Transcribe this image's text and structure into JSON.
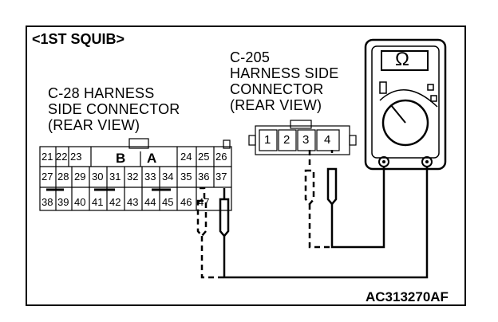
{
  "diagram": {
    "title": "<1ST SQUIB>",
    "c28": {
      "lines": [
        "C-28 HARNESS",
        "SIDE CONNECTOR",
        "(REAR VIEW)"
      ],
      "row1": [
        "21",
        "22",
        "23",
        "B",
        "A",
        "24",
        "25",
        "26"
      ],
      "row2": [
        "27",
        "28",
        "29",
        "30",
        "31",
        "32",
        "33",
        "34",
        "35",
        "36",
        "37"
      ],
      "row3": [
        "38",
        "39",
        "40",
        "41",
        "42",
        "43",
        "44",
        "45",
        "46",
        "47"
      ]
    },
    "c205": {
      "lines": [
        "C-205",
        "HARNESS SIDE",
        "CONNECTOR",
        "(REAR VIEW)"
      ],
      "pins": [
        "1",
        "2",
        "3",
        "4"
      ]
    },
    "meter": {
      "symbol": "Ω",
      "icon": "ohmmeter-icon"
    },
    "figure_code": "AC313270AF"
  }
}
